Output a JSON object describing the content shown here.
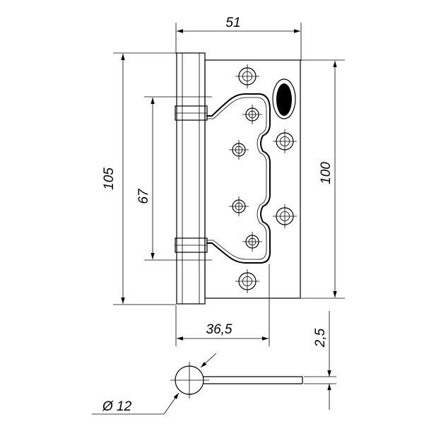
{
  "dimensions": {
    "width_total": "51",
    "height_outer": "105",
    "height_leaf": "100",
    "knuckle_span": "67",
    "leaf_width": "36,5",
    "thickness": "2,5",
    "pin_diameter": "Ø 12"
  }
}
